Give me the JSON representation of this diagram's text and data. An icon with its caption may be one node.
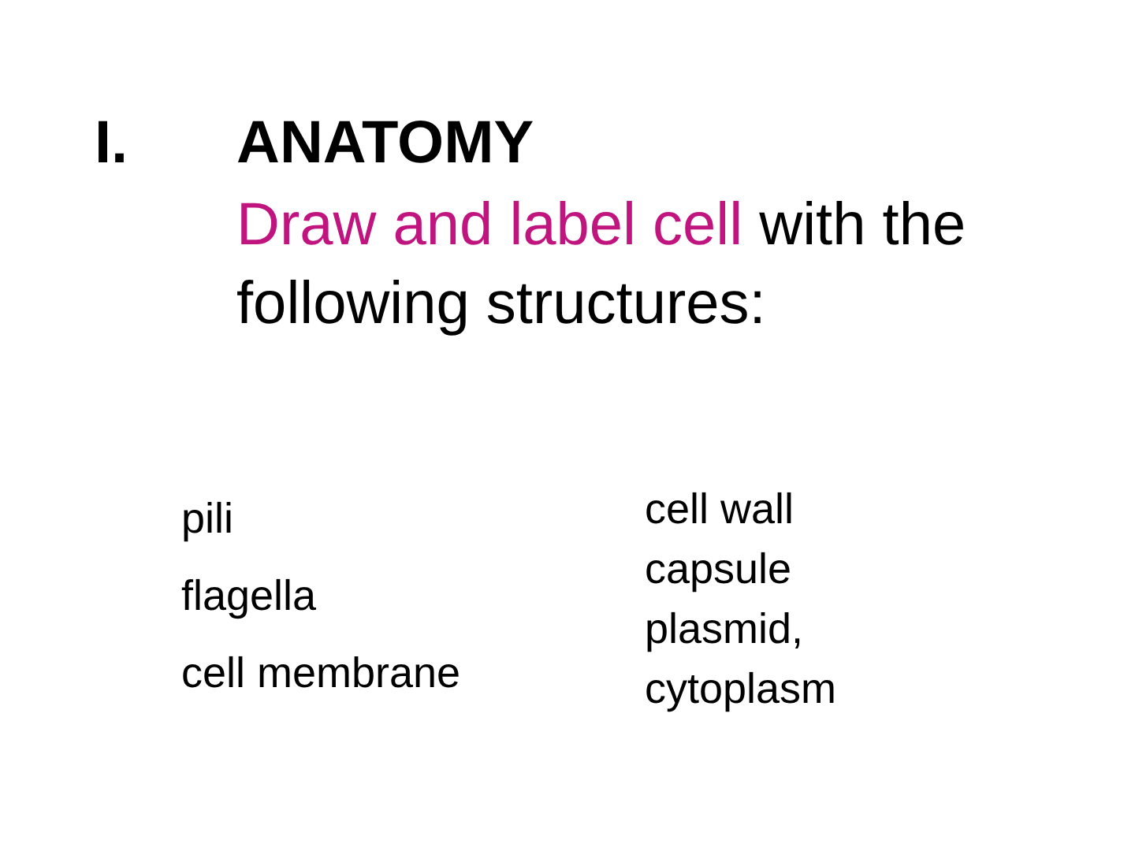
{
  "diagram": {
    "title": "ANATOMY",
    "labels": [
      "I.",
      "Draw and label cell",
      "with the following structures:",
      "pili",
      "flagella",
      "cell membrane",
      "cell wall",
      "capsule",
      "plasmid,",
      "cytoplasm"
    ]
  }
}
